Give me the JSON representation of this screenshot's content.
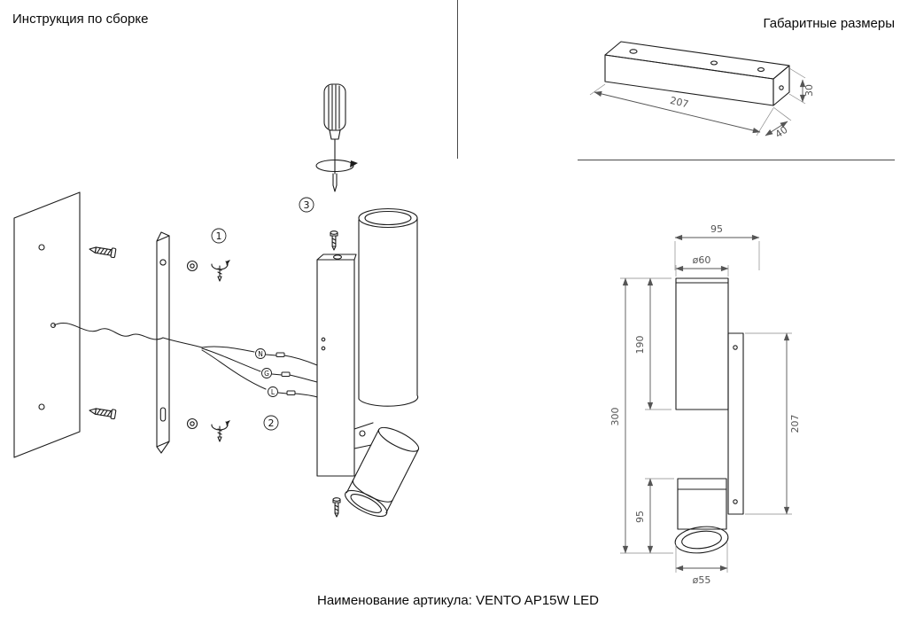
{
  "titles": {
    "left": "Инструкция по сборке",
    "right": "Габаритные размеры",
    "footer": "Наименование артикула: VENTO AP15W LED"
  },
  "assembly": {
    "step1": "1",
    "step2": "2",
    "step3": "3",
    "wire_top": "N",
    "wire_mid": "G",
    "wire_bottom": "L"
  },
  "bracket_dims": {
    "length": "207",
    "depth": "40",
    "height": "30"
  },
  "side_view_dims": {
    "top_width": "95",
    "head_diameter": "ø60",
    "head_height": "190",
    "overall_height": "300",
    "spot_section_height": "95",
    "plate_height": "207",
    "spot_diameter": "ø55"
  }
}
